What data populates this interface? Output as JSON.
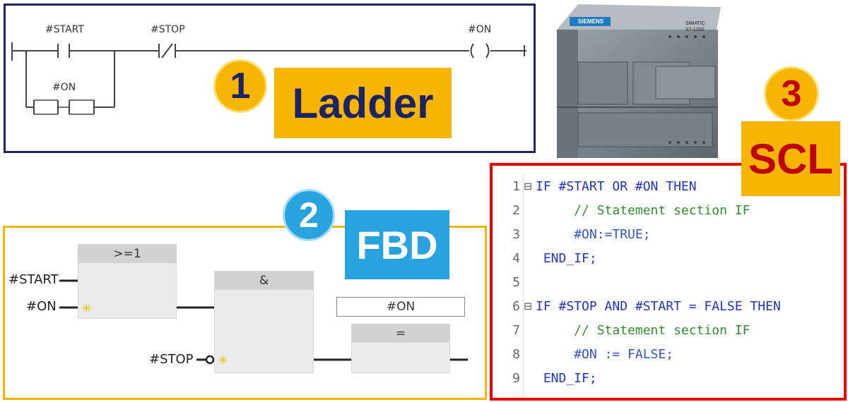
{
  "ladder": {
    "badge": "1",
    "title": "Ladder",
    "contact_start": "#START",
    "contact_stop": "#STOP",
    "coil_on": "#ON",
    "contact_on": "#ON"
  },
  "fbd": {
    "badge": "2",
    "title": "FBD",
    "or_block": ">=1",
    "and_block": "&",
    "assign_block": "=",
    "in_start": "#START",
    "in_on": "#ON",
    "in_stop": "#STOP",
    "out_on": "#ON"
  },
  "scl": {
    "badge": "3",
    "title": "SCL",
    "lines": [
      {
        "n": "1",
        "fold": "⊟",
        "kw": "IF #START OR #ON THEN",
        "cm": "",
        "tx": ""
      },
      {
        "n": "2",
        "fold": "",
        "kw": "",
        "cm": "     // Statement section IF",
        "tx": ""
      },
      {
        "n": "3",
        "fold": "",
        "kw": "",
        "cm": "",
        "tx": "     #ON:=TRUE;"
      },
      {
        "n": "4",
        "fold": "",
        "kw": " END_IF;",
        "cm": "",
        "tx": ""
      },
      {
        "n": "5",
        "fold": "",
        "kw": "",
        "cm": "",
        "tx": ""
      },
      {
        "n": "6",
        "fold": "⊟",
        "kw": "IF #STOP AND #START = FALSE THEN",
        "cm": "",
        "tx": ""
      },
      {
        "n": "7",
        "fold": "",
        "kw": "",
        "cm": "     // Statement section IF",
        "tx": ""
      },
      {
        "n": "8",
        "fold": "",
        "kw": "",
        "cm": "",
        "tx": "     #ON := FALSE;"
      },
      {
        "n": "9",
        "fold": "",
        "kw": " END_IF;",
        "cm": "",
        "tx": ""
      }
    ]
  },
  "plc": {
    "brand": "SIEMENS",
    "model_line1": "SIMATIC",
    "model_line2": "S7-1200"
  },
  "colors": {
    "ladder_border": "#1c2463",
    "fbd_border": "#f2b400",
    "scl_border": "#e60000",
    "accent_yellow": "#f7b500",
    "accent_blue": "#29a3e0",
    "accent_red": "#c00000"
  }
}
